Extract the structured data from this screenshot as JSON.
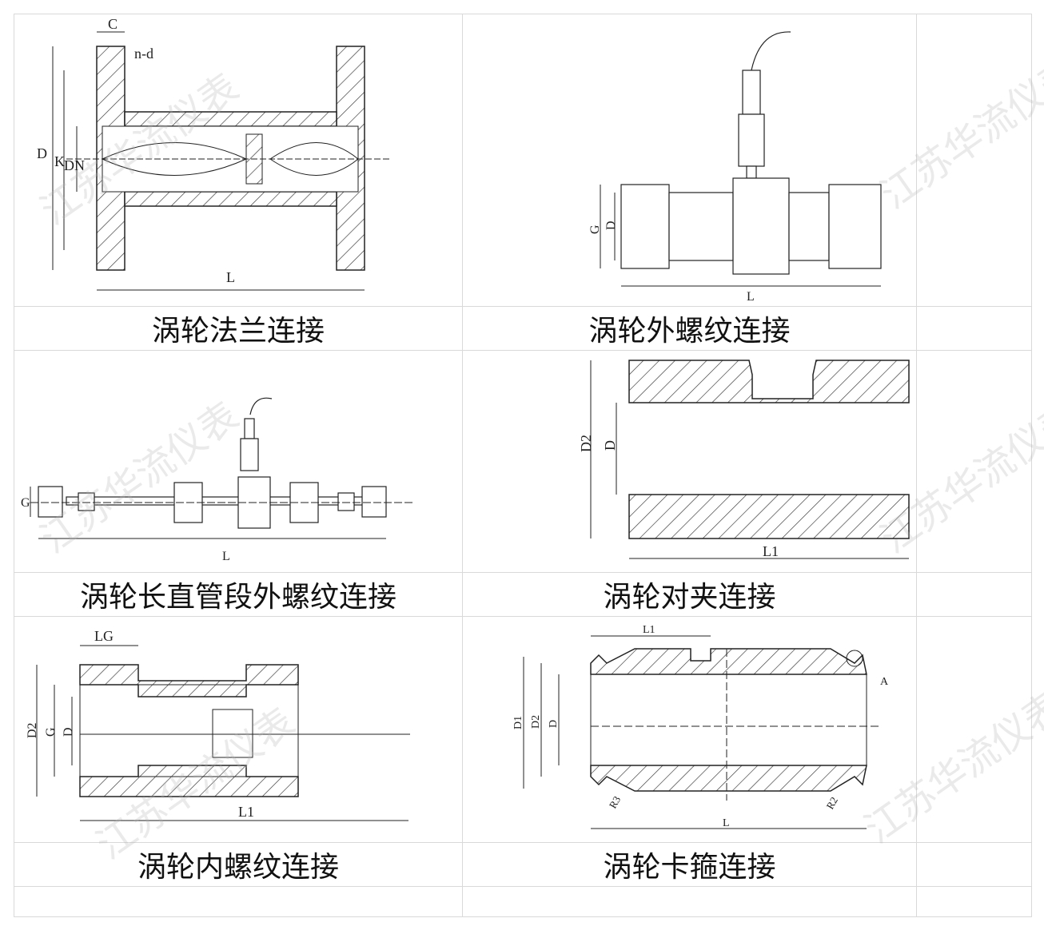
{
  "watermark": "江苏华流仪表",
  "cells": [
    {
      "caption": "涡轮法兰连接",
      "labels": {
        "c": "C",
        "nd": "n-d",
        "d": "D",
        "k": "K",
        "dn": "DN",
        "l": "L"
      }
    },
    {
      "caption": "涡轮外螺纹连接",
      "labels": {
        "g": "G",
        "d": "D",
        "l": "L"
      }
    },
    {
      "caption": "涡轮长直管段外螺纹连接",
      "labels": {
        "g": "G",
        "l": "L"
      }
    },
    {
      "caption": "涡轮对夹连接",
      "labels": {
        "d2": "D2",
        "d": "D",
        "l1": "L1"
      }
    },
    {
      "caption": "涡轮内螺纹连接",
      "labels": {
        "lg": "LG",
        "d2": "D2",
        "g": "G",
        "d": "D",
        "l1": "L1"
      }
    },
    {
      "caption": "涡轮卡箍连接",
      "labels": {
        "l1": "L1",
        "d1": "D1",
        "d2": "D2",
        "d": "D",
        "a": "A",
        "r3": "R3",
        "r2": "R2",
        "l": "L"
      }
    }
  ]
}
